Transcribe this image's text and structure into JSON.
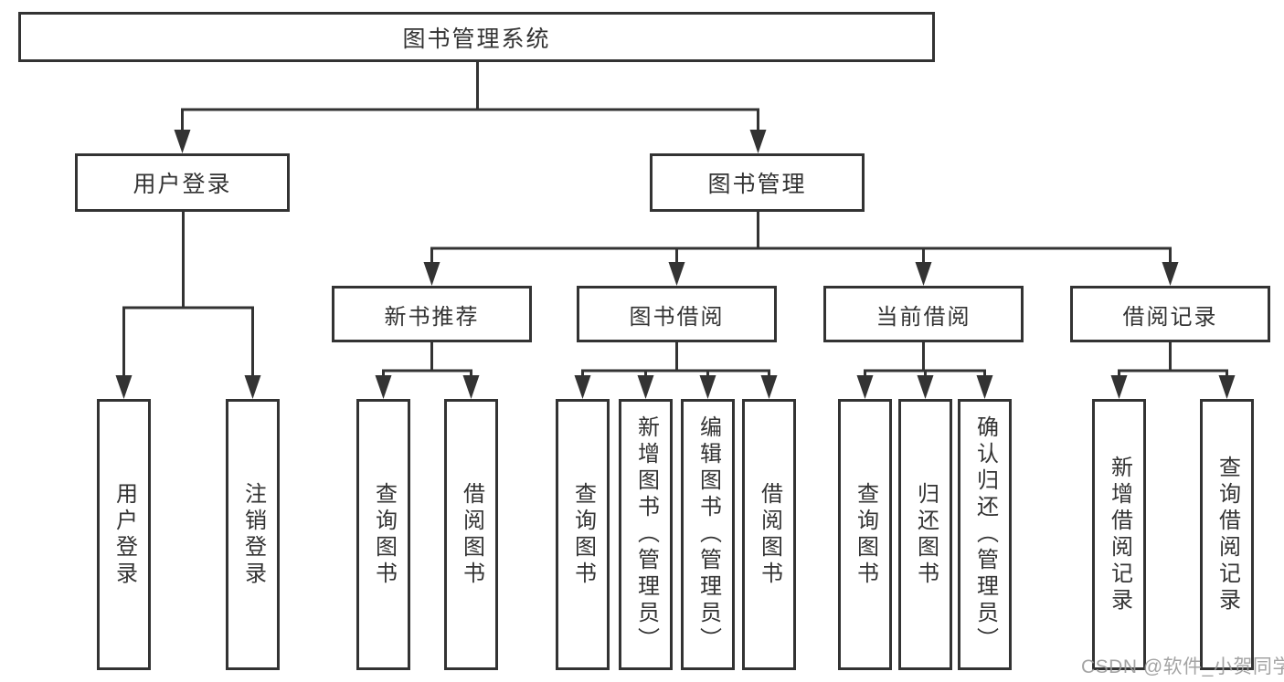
{
  "diagram": {
    "root": "图书管理系统",
    "level2": {
      "user_login": "用户登录",
      "book_mgmt": "图书管理"
    },
    "level3": {
      "new_books": "新书推荐",
      "book_borrow": "图书借阅",
      "current_borrow": "当前借阅",
      "borrow_records": "借阅记录"
    },
    "leaves": {
      "user_login": [
        "用户登录",
        "注销登录"
      ],
      "new_books": [
        "查询图书",
        "借阅图书"
      ],
      "book_borrow": [
        "查询图书",
        "新增图书（管理员）",
        "编辑图书（管理员）",
        "借阅图书"
      ],
      "current_borrow": [
        "查询图书",
        "归还图书",
        "确认归还（管理员）"
      ],
      "borrow_records": [
        "新增借阅记录",
        "查询借阅记录"
      ]
    },
    "colors": {
      "line": "#333333",
      "box_background": "#ffffff",
      "text": "#333333"
    }
  },
  "watermark": {
    "text": "CSDN @软件_小贺同学",
    "color": "#9b9b9b"
  }
}
